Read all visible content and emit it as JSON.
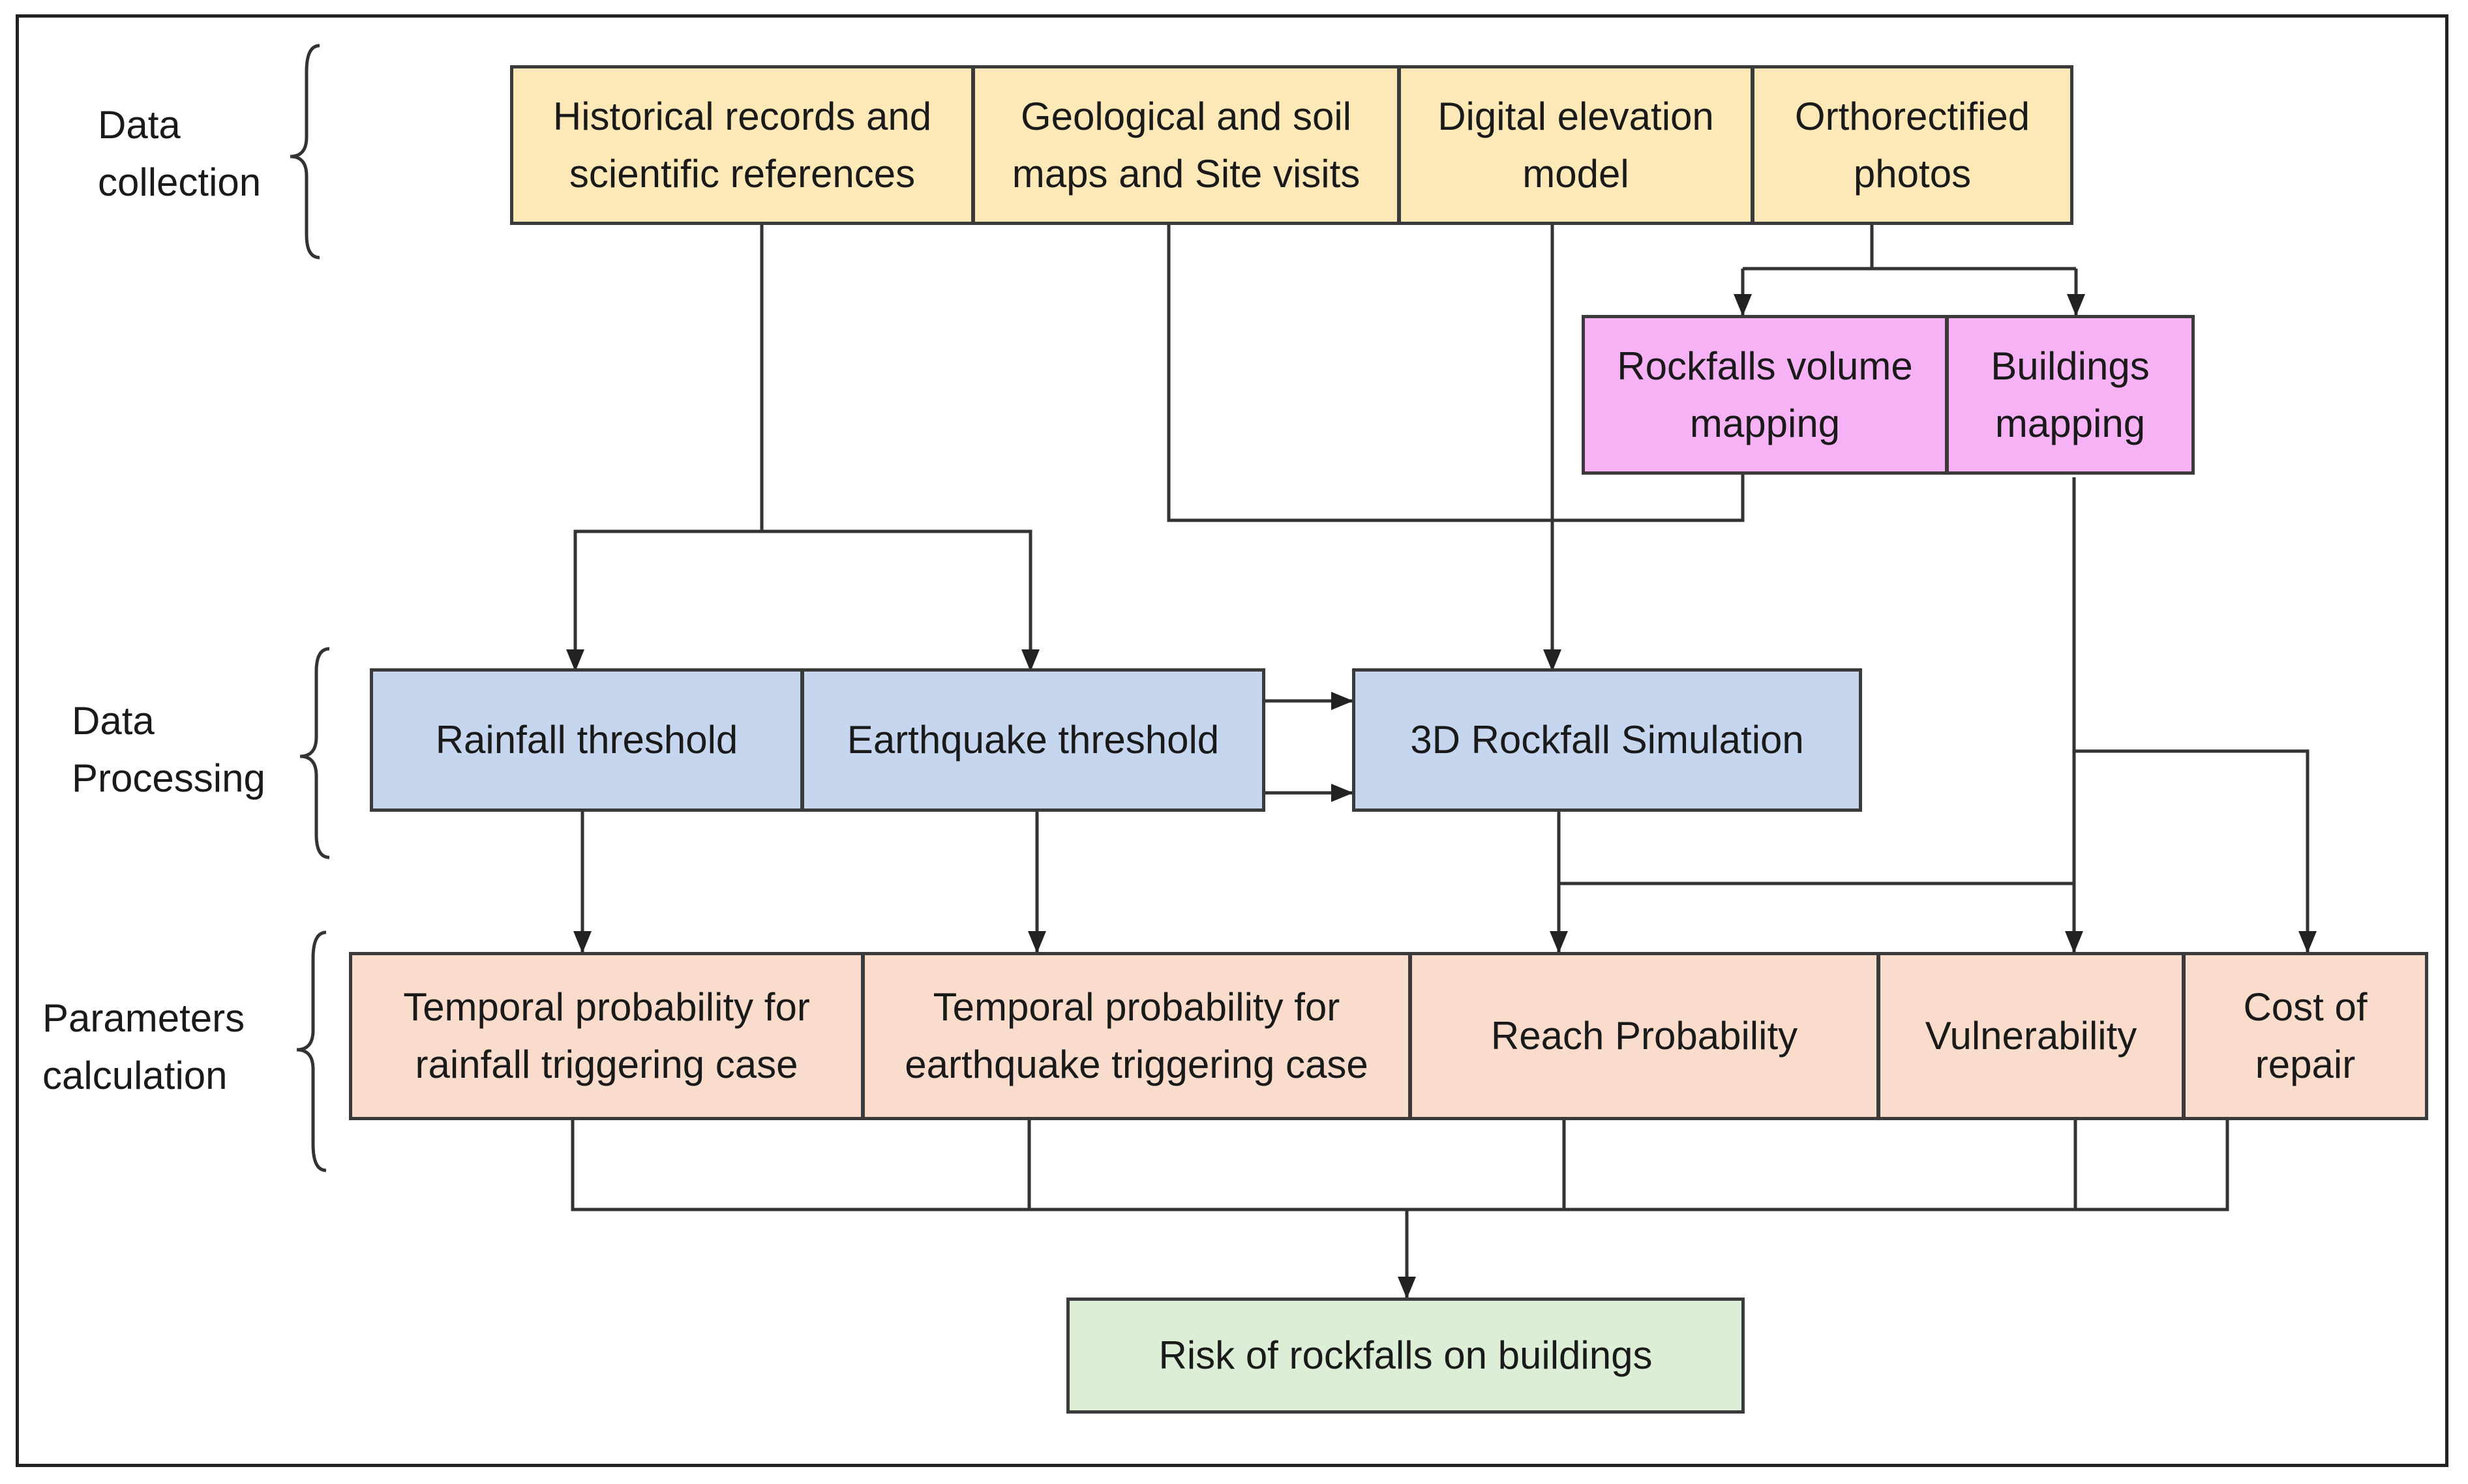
{
  "stages": {
    "data_collection": "Data\ncollection",
    "data_processing": "Data\nProcessing",
    "parameters_calculation": "Parameters\ncalculation"
  },
  "collection": {
    "historical": "Historical records and\nscientific references",
    "geological": "Geological and soil\nmaps and Site visits",
    "dem": "Digital elevation\nmodel",
    "ortho": "Orthorectified\nphotos"
  },
  "mapping": {
    "rockfalls_volume": "Rockfalls volume\nmapping",
    "buildings": "Buildings\nmapping"
  },
  "processing": {
    "rainfall": "Rainfall threshold",
    "earthquake": "Earthquake threshold",
    "simulation": "3D Rockfall Simulation"
  },
  "parameters": {
    "temporal_rainfall": "Temporal probability for\nrainfall triggering case",
    "temporal_earthquake": "Temporal probability for\nearthquake triggering case",
    "reach": "Reach Probability",
    "vulnerability": "Vulnerability",
    "cost": "Cost of\nrepair"
  },
  "result": {
    "risk": "Risk of rockfalls on buildings"
  },
  "colors": {
    "collection": "#fde9b8",
    "mapping": "#f7b1f5",
    "processing": "#c7d6ef",
    "parameters": "#f9dccb",
    "result": "#dcefd6"
  }
}
